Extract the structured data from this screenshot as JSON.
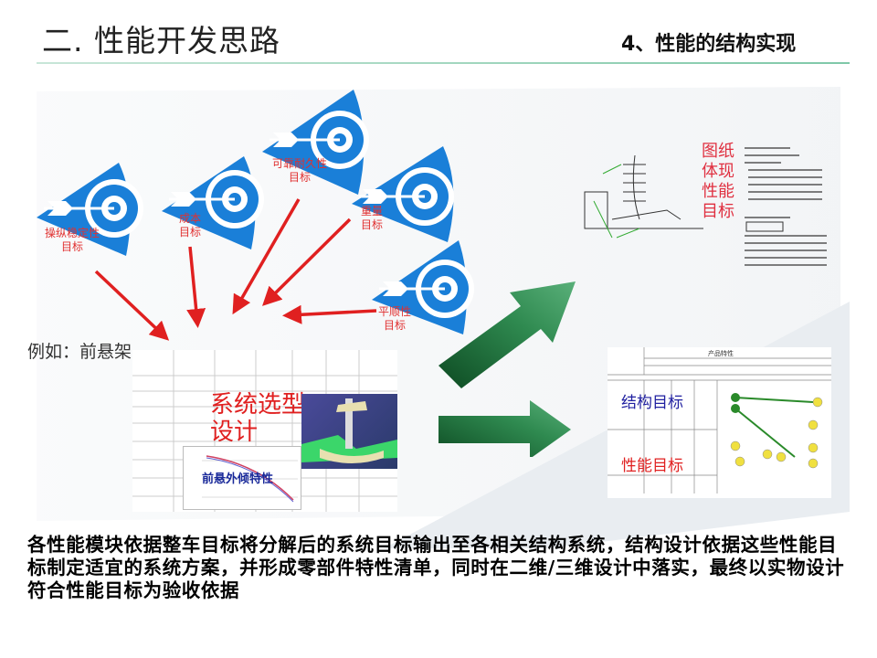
{
  "header": {
    "title": "二. 性能开发思路",
    "section": "4、性能的结构实现"
  },
  "targets": [
    {
      "line1": "操纵稳定性",
      "line2": "目标"
    },
    {
      "line1": "成本",
      "line2": "目标"
    },
    {
      "line1": "可靠耐久性",
      "line2": "目标"
    },
    {
      "line1": "重量",
      "line2": "目标"
    },
    {
      "line1": "平顺性",
      "line2": "目标"
    }
  ],
  "example_label": "例如：前悬架",
  "system_panel": {
    "overlay1": "系统选型",
    "overlay2": "设计",
    "curve_label": "前悬外倾特性"
  },
  "drawing_panel": {
    "overlay": [
      "图纸",
      "体现",
      "性能",
      "目标"
    ]
  },
  "spec_panel": {
    "header": "产品特性",
    "structure_label": "结构目标",
    "performance_label": "性能目标"
  },
  "colors": {
    "target_blue": "#1a7fd8",
    "arrow_red": "#e02020",
    "arrow_green": "#1f6e3a"
  },
  "footer": {
    "lines": [
      "各性能模块依据整车目标将分解后的系统目标输出至各相关结构系统，结构设计依据这些性能目",
      "标制定适宜的系统方案，并形成零部件特性清单，同时在二维/三维设计中落实，最终以实物设计",
      "符合性能目标为验收依据"
    ]
  }
}
